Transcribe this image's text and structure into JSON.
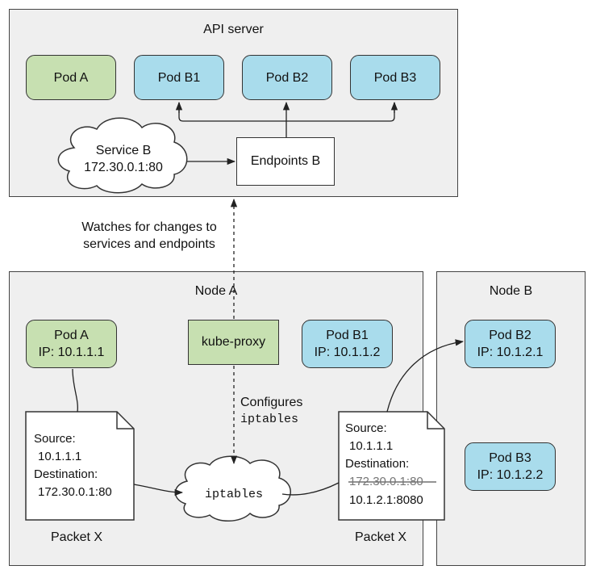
{
  "api_server": {
    "title": "API server",
    "pods": [
      {
        "name": "Pod A"
      },
      {
        "name": "Pod B1"
      },
      {
        "name": "Pod B2"
      },
      {
        "name": "Pod B3"
      }
    ],
    "service": {
      "name": "Service B",
      "address": "172.30.0.1:80"
    },
    "endpoints": "Endpoints B"
  },
  "watch_label": [
    "Watches for changes to",
    "services and endpoints"
  ],
  "node_a": {
    "title": "Node A",
    "pod_a": {
      "name": "Pod A",
      "ip": "IP: 10.1.1.1"
    },
    "kube_proxy": "kube-proxy",
    "pod_b1": {
      "name": "Pod B1",
      "ip": "IP: 10.1.1.2"
    },
    "configures": {
      "line1": "Configures",
      "line2": "iptables"
    },
    "iptables": "iptables",
    "packet_left": {
      "source_label": "Source:",
      "source": "10.1.1.1",
      "dest_label": "Destination:",
      "dest": "172.30.0.1:80",
      "caption": "Packet X"
    },
    "packet_right": {
      "source_label": "Source:",
      "source": "10.1.1.1",
      "dest_label": "Destination:",
      "dest_old": "172.30.0.1:80",
      "dest_new": "10.1.2.1:8080",
      "caption": "Packet X"
    }
  },
  "node_b": {
    "title": "Node B",
    "pod_b2": {
      "name": "Pod B2",
      "ip": "IP: 10.1.2.1"
    },
    "pod_b3": {
      "name": "Pod B3",
      "ip": "IP: 10.1.2.2"
    }
  }
}
